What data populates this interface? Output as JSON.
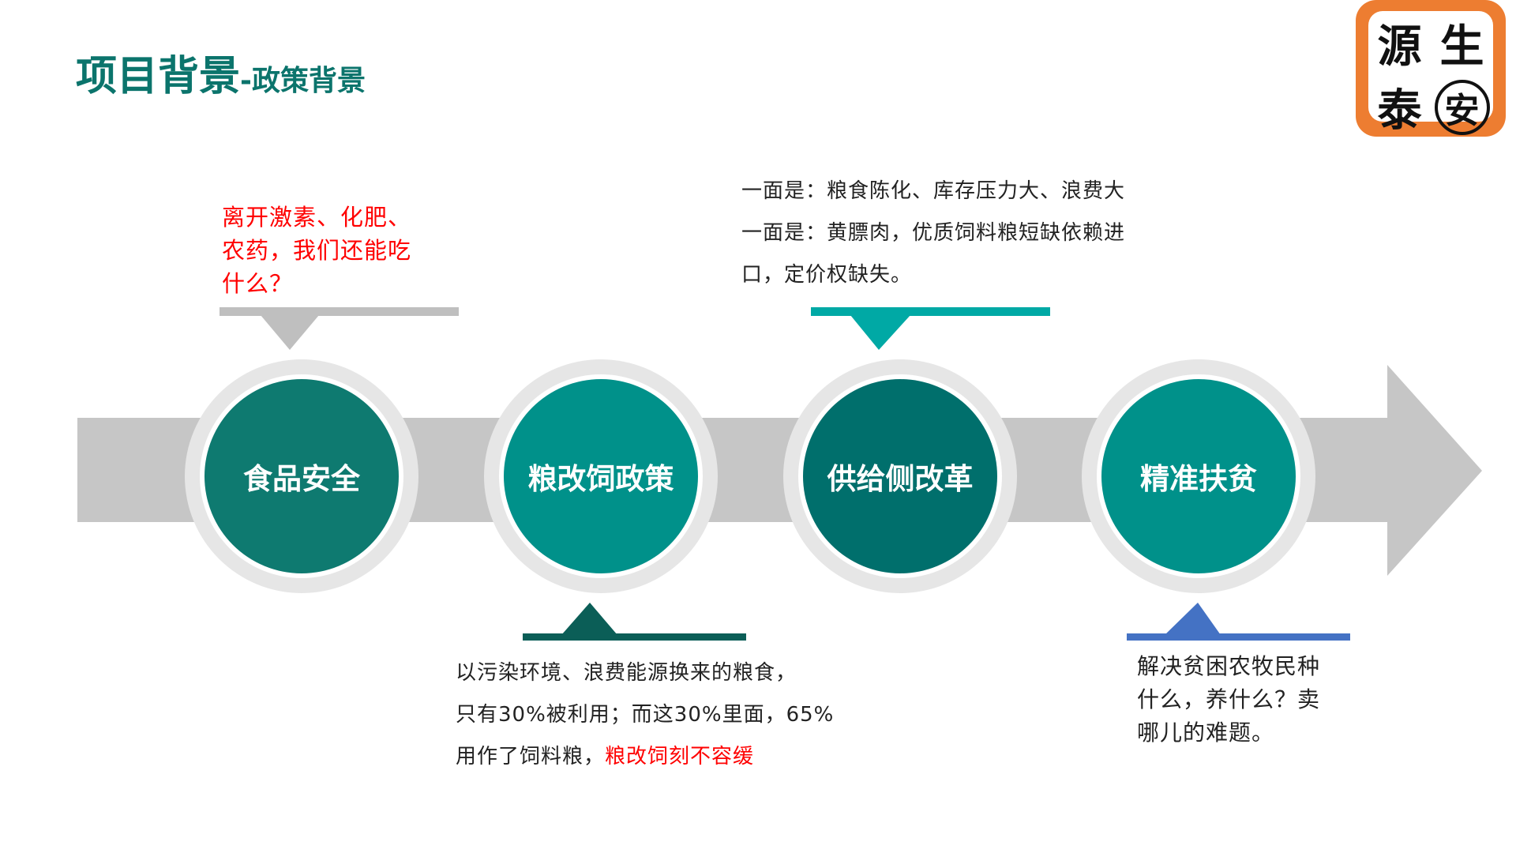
{
  "title": {
    "main": "项目背景",
    "sub": "-政策背景"
  },
  "logo": {
    "chars": [
      "源",
      "生",
      "泰",
      "安"
    ],
    "color": "#ed7d31"
  },
  "stages": [
    {
      "label": "食品安全",
      "color": "#0e7a70"
    },
    {
      "label": "粮改饲政策",
      "color": "#00918a"
    },
    {
      "label": "供给侧改革",
      "color": "#006f6c"
    },
    {
      "label": "精准扶贫",
      "color": "#00918a"
    }
  ],
  "callouts": {
    "food_safety": {
      "lines": [
        "离开激素、化肥、",
        "农药，我们还能吃",
        "什么？"
      ],
      "color": "#ff0000",
      "marker_color": "#bfbfbf"
    },
    "supply_side": {
      "lines": [
        "一面是：粮食陈化、库存压力大、浪费大",
        "一面是：黄膘肉，优质饲料粮短缺依赖进",
        "口，定价权缺失。"
      ],
      "marker_color": "#00a9a5"
    },
    "grain_to_feed": {
      "lines": [
        "以污染环境、浪费能源换来的粮食，",
        "只有30%被利用；而这30%里面，65%",
        "用作了饲料粮，"
      ],
      "highlight": "粮改饲刻不容缓",
      "marker_color": "#0b5e57"
    },
    "poverty": {
      "lines": [
        "解决贫困农牧民种",
        "什么，养什么？卖",
        "哪儿的难题。"
      ],
      "marker_color": "#4472c4"
    }
  }
}
